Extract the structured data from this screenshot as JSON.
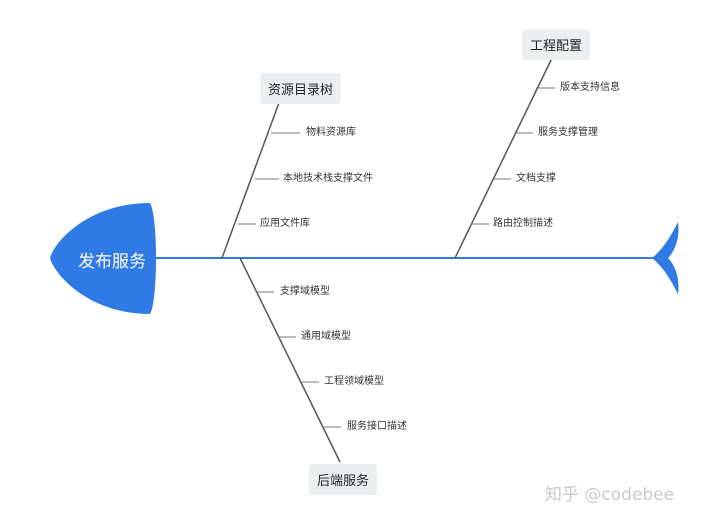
{
  "head": {
    "label": "发布服务",
    "color": "#2f7ae5"
  },
  "spine_color": "#2f7ae5",
  "bone_color": "#4a4a4a",
  "branches": {
    "b1": {
      "title": "资源目录树",
      "items": [
        "物料资源库",
        "本地技术栈支撑文件",
        "应用文件库"
      ]
    },
    "b2": {
      "title": "工程配置",
      "items": [
        "版本支持信息",
        "服务支撑管理",
        "文档支撑",
        "路由控制描述"
      ]
    },
    "b3": {
      "title": "后端服务",
      "items": [
        "支撑域模型",
        "通用域模型",
        "工程领域模型",
        "服务接口描述"
      ]
    }
  },
  "watermark": "知乎 @codebee"
}
